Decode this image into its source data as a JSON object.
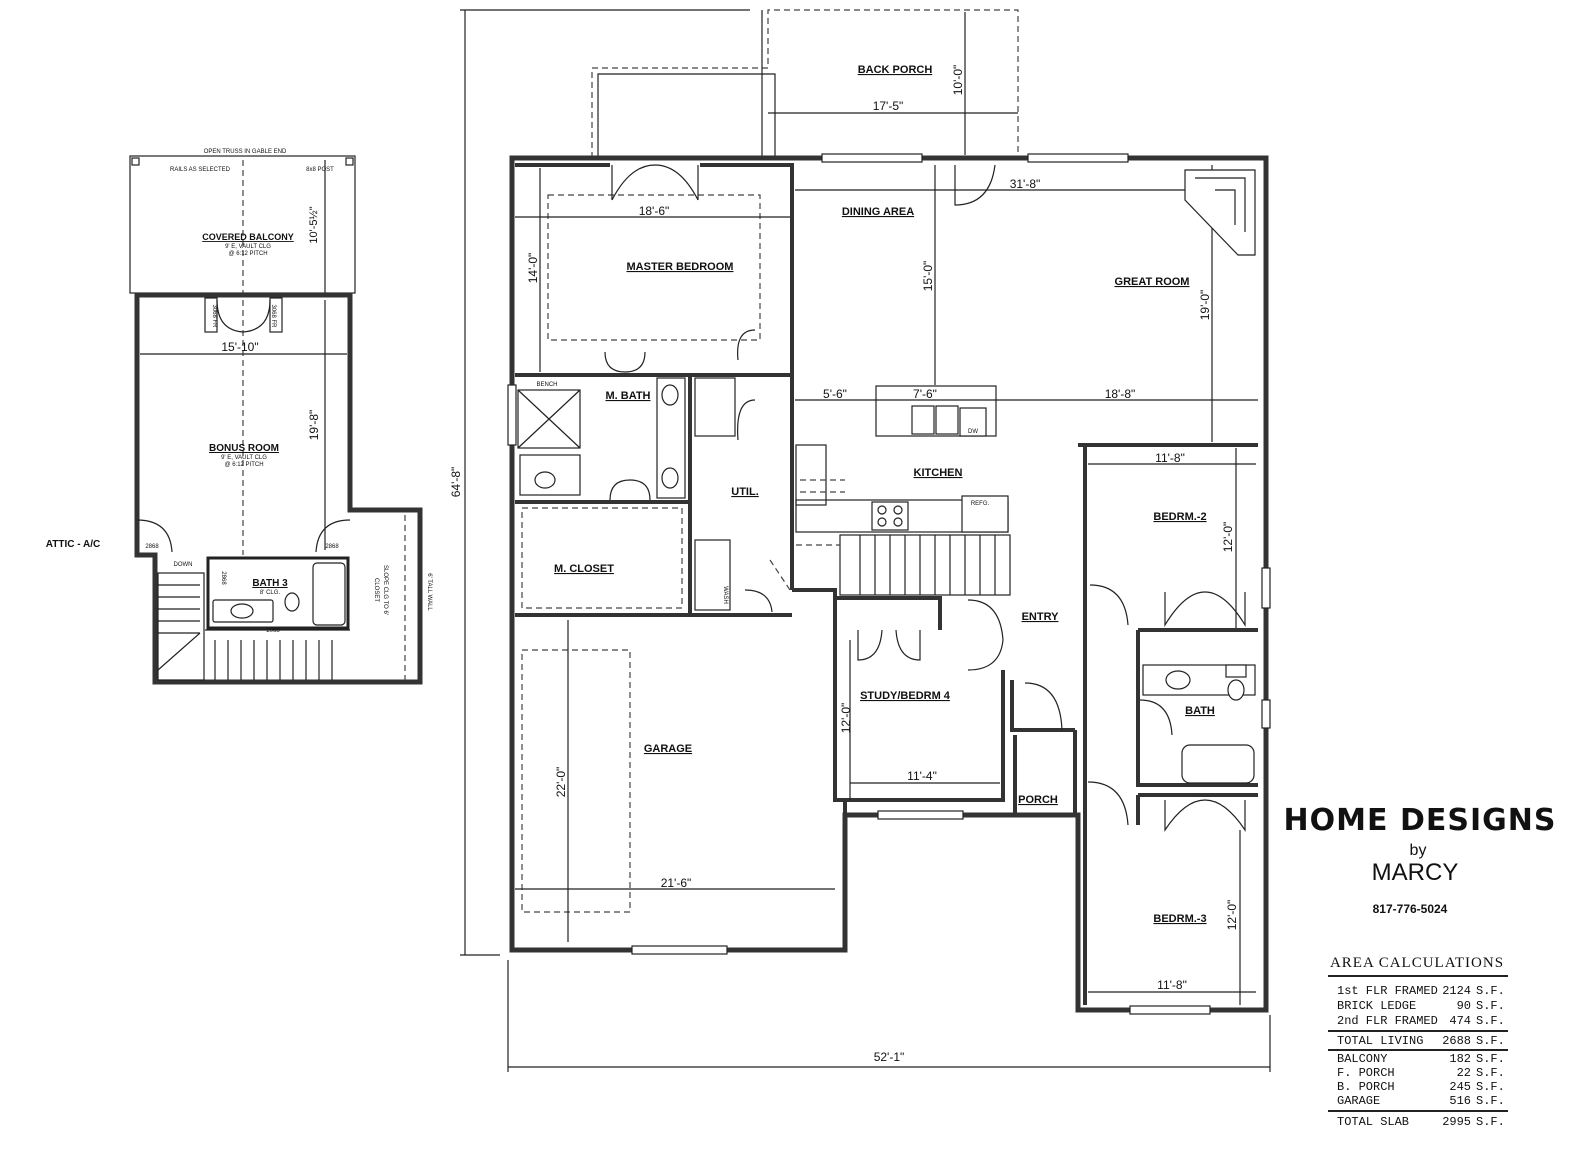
{
  "upper_floor": {
    "gable_note": "OPEN TRUSS IN GABLE END",
    "rails_note": "RAILS AS SELECTED",
    "post_note": "8x8 POST",
    "covered_balcony": {
      "name": "COVERED BALCONY",
      "note1": "9' E, VAULT CLG",
      "note2": "@ 6:12 PITCH"
    },
    "balcony_dim": "10'-5½\"",
    "door_1": "3068 FR",
    "door_2": "3068 FR",
    "bonus_width_dim": "15'-10\"",
    "bonus_room": {
      "name": "BONUS ROOM",
      "note1": "9' E, VAULT CLG",
      "note2": "@ 6:12 PITCH"
    },
    "bonus_depth_dim": "19'-8\"",
    "attic_label": "ATTIC - A/C",
    "door_2868_a": "2868",
    "door_2868_b": "2868",
    "door_2868_c": "2868",
    "stair_down": "DOWN",
    "bath3": {
      "name": "BATH 3",
      "note": "8' CLG."
    },
    "door_2068": "2068",
    "closet_note1": "CLOSET",
    "closet_note2": "SLOPE CLG TO 6'",
    "tall_wall": "6' TALL WALL"
  },
  "main_floor": {
    "overall_depth": "64'-8\"",
    "overall_width": "52'-1\"",
    "back_porch": {
      "name": "BACK PORCH",
      "width": "17'-5\"",
      "depth": "10'-0\""
    },
    "master_bedroom": {
      "name": "MASTER BEDROOM",
      "width": "18'-6\"",
      "depth": "14'-0\""
    },
    "dining_area": "DINING AREA",
    "great_room": {
      "name": "GREAT ROOM",
      "width": "31'-8\"",
      "depth": "19'-0\""
    },
    "dining_depth": "15'-0\"",
    "bench": "BENCH",
    "m_bath": "M. BATH",
    "util": "UTIL.",
    "m_closet": "M. CLOSET",
    "wash": "WASH",
    "island_dims": {
      "left": "5'-6\"",
      "island": "7'-6\"",
      "right": "18'-8\""
    },
    "dw": "DW",
    "kitchen": "KITCHEN",
    "refg": "REFG.",
    "bedroom2": {
      "name": "BEDRM.-2",
      "width": "11'-8\"",
      "depth": "12'-0\""
    },
    "entry": "ENTRY",
    "study": {
      "name": "STUDY/BEDRM 4",
      "width": "11'-4\"",
      "depth": "12'-0\""
    },
    "bath": "BATH",
    "porch": "PORCH",
    "garage": {
      "name": "GARAGE",
      "width": "21'-6\"",
      "depth": "22'-0\""
    },
    "bedroom3": {
      "name": "BEDRM.-3",
      "width": "11'-8\"",
      "depth": "12'-0\""
    }
  },
  "brand": {
    "line1": "HOME DESIGNS",
    "line2": "by",
    "line3": "MARCY",
    "phone": "817-776-5024"
  },
  "area_calculations": {
    "title": "AREA CALCULATIONS",
    "rows": [
      {
        "label": "1st FLR FRAMED",
        "value": "2124",
        "unit": "S.F."
      },
      {
        "label": "BRICK LEDGE",
        "value": "90",
        "unit": "S.F."
      },
      {
        "label": "2nd FLR FRAMED",
        "value": "474",
        "unit": "S.F."
      }
    ],
    "total_living": {
      "label": "TOTAL LIVING",
      "value": "2688",
      "unit": "S.F."
    },
    "rows2": [
      {
        "label": "BALCONY",
        "value": "182",
        "unit": "S.F."
      },
      {
        "label": "F. PORCH",
        "value": "22",
        "unit": "S.F."
      },
      {
        "label": "B. PORCH",
        "value": "245",
        "unit": "S.F."
      },
      {
        "label": "GARAGE",
        "value": "516",
        "unit": "S.F."
      }
    ],
    "total_slab": {
      "label": "TOTAL SLAB",
      "value": "2995",
      "unit": "S.F."
    }
  }
}
